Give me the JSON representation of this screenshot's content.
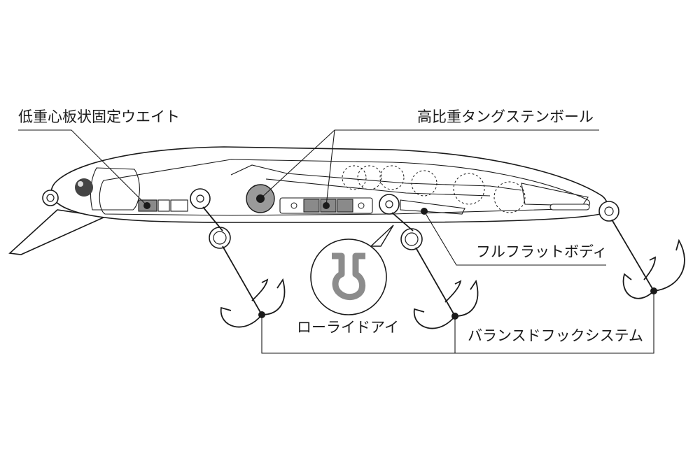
{
  "labels": {
    "low_gravity_weight": "低重心板状固定ウエイト",
    "tungsten_ball": "高比重タングステンボール",
    "full_flat_body": "フルフラットボディ",
    "low_ride_eye": "ローライドアイ",
    "balanced_hook_system": "バランスドフックシステム"
  },
  "colors": {
    "line": "#1a1a1a",
    "weight_fill": "#8a8a8a",
    "eye_ring": "#8c8c8c",
    "ball_fill": "#9a9a9a"
  }
}
